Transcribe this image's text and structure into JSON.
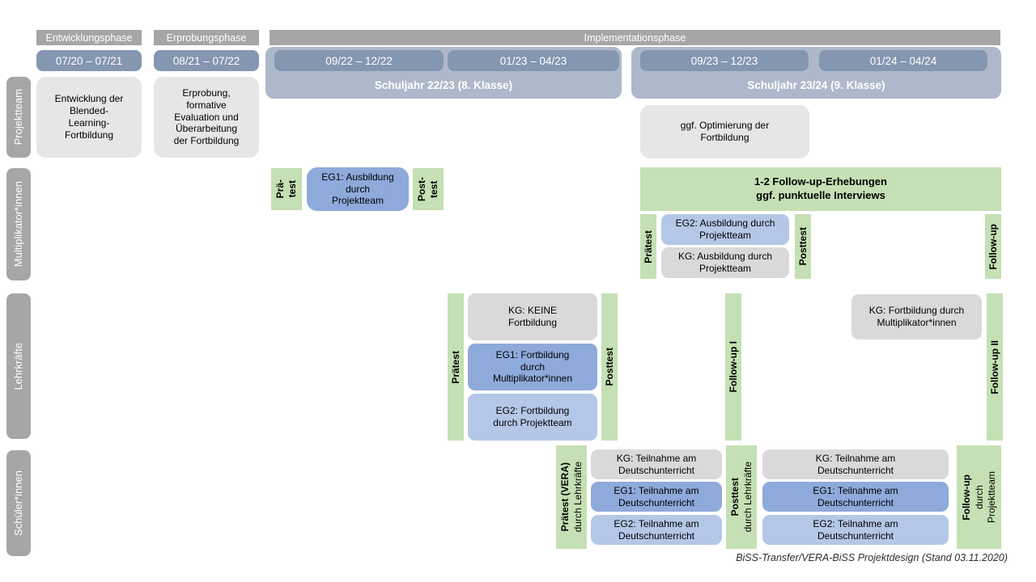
{
  "colors": {
    "phase_header_gray": "#a6a6a6",
    "row_label_gray": "#a6a6a6",
    "date_bar_blue": "#8496b0",
    "school_year_blue": "#adb9ca",
    "activity_gray_light": "#e7e6e6",
    "kg_gray": "#d9d9d9",
    "eg1_blue": "#8eaadb",
    "eg2_blue": "#b4c7e7",
    "test_green": "#c5e0b4"
  },
  "phases": {
    "entwicklung": "Entwicklungsphase",
    "erprobung": "Erprobungsphase",
    "implementation": "Implementationsphase"
  },
  "dates": {
    "d1": "07/20 – 07/21",
    "d2": "08/21 – 07/22",
    "d3": "09/22 – 12/22",
    "d4": "01/23 – 04/23",
    "d5": "09/23 – 12/23",
    "d6": "01/24 – 04/24"
  },
  "school_years": {
    "sy1": "Schuljahr 22/23 (8. Klasse)",
    "sy2": "Schuljahr 23/24 (9. Klasse)"
  },
  "row_labels": {
    "projektteam": "Projektteam",
    "multiplikatoren": "Multiplikator*innen",
    "lehrkraefte": "Lehrkräfte",
    "schueler": "Schüler*innen"
  },
  "projektteam": {
    "entwicklung": "Entwicklung der\nBlended-\nLearning-\nFortbildung",
    "erprobung": "Erprobung,\nformative\nEvaluation und\nÜberarbeitung\nder Fortbildung",
    "optimierung": "ggf. Optimierung der\nFortbildung"
  },
  "multiplikatoren": {
    "praetest1": "Prä-\ntest",
    "eg1": "EG1: Ausbildung\ndurch\nProjektteam",
    "posttest1": "Post-\ntest",
    "followup_box": "1-2 Follow-up-Erhebungen\nggf. punktuelle Interviews",
    "praetest2": "Prätest",
    "eg2": "EG2: Ausbildung durch\nProjektteam",
    "kg": "KG: Ausbildung durch\nProjektteam",
    "posttest2": "Posttest",
    "followup": "Follow-up"
  },
  "lehrkraefte": {
    "praetest": "Prätest",
    "kg": "KG: KEINE\nFortbildung",
    "eg1": "EG1: Fortbildung\ndurch\nMultiplikator*innen",
    "eg2": "EG2: Fortbildung\ndurch Projektteam",
    "posttest": "Posttest",
    "followup1": "Follow-up I",
    "kg2": "KG: Fortbildung durch\nMultiplikator*innen",
    "followup2": "Follow-up II"
  },
  "schueler": {
    "praetest_main": "Prätest (VERA)",
    "praetest_sub": "durch Lehrkräfte",
    "kg1": "KG: Teilnahme am\nDeutschunterricht",
    "eg1a": "EG1: Teilnahme am\nDeutschunterricht",
    "eg2a": "EG2: Teilnahme am\nDeutschunterricht",
    "posttest_main": "Posttest",
    "posttest_sub": "durch Lehrkräfte",
    "kg2": "KG: Teilnahme am\nDeutschunterricht",
    "eg1b": "EG1: Teilnahme am\nDeutschunterricht",
    "eg2b": "EG2: Teilnahme am\nDeutschunterricht",
    "followup_main": "Follow-up",
    "followup_sub": "durch\nProjektteam"
  },
  "caption": "BiSS-Transfer/VERA-BiSS Projektdesign (Stand 03.11.2020)"
}
